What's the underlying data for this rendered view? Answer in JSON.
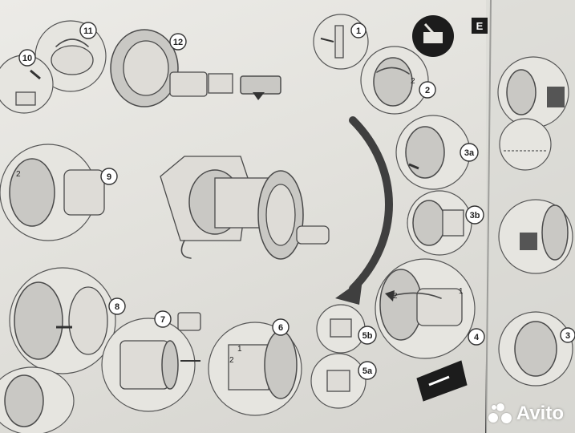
{
  "sheet": {
    "section_letter": "E",
    "step_labels": [
      "1",
      "2",
      "3a",
      "3b",
      "4",
      "5a",
      "5b",
      "6",
      "7",
      "8",
      "9",
      "10",
      "11",
      "12"
    ],
    "inline_numbers": [
      "1",
      "2"
    ],
    "side_panel_step": "3",
    "watermark_lettering": "Avito"
  }
}
